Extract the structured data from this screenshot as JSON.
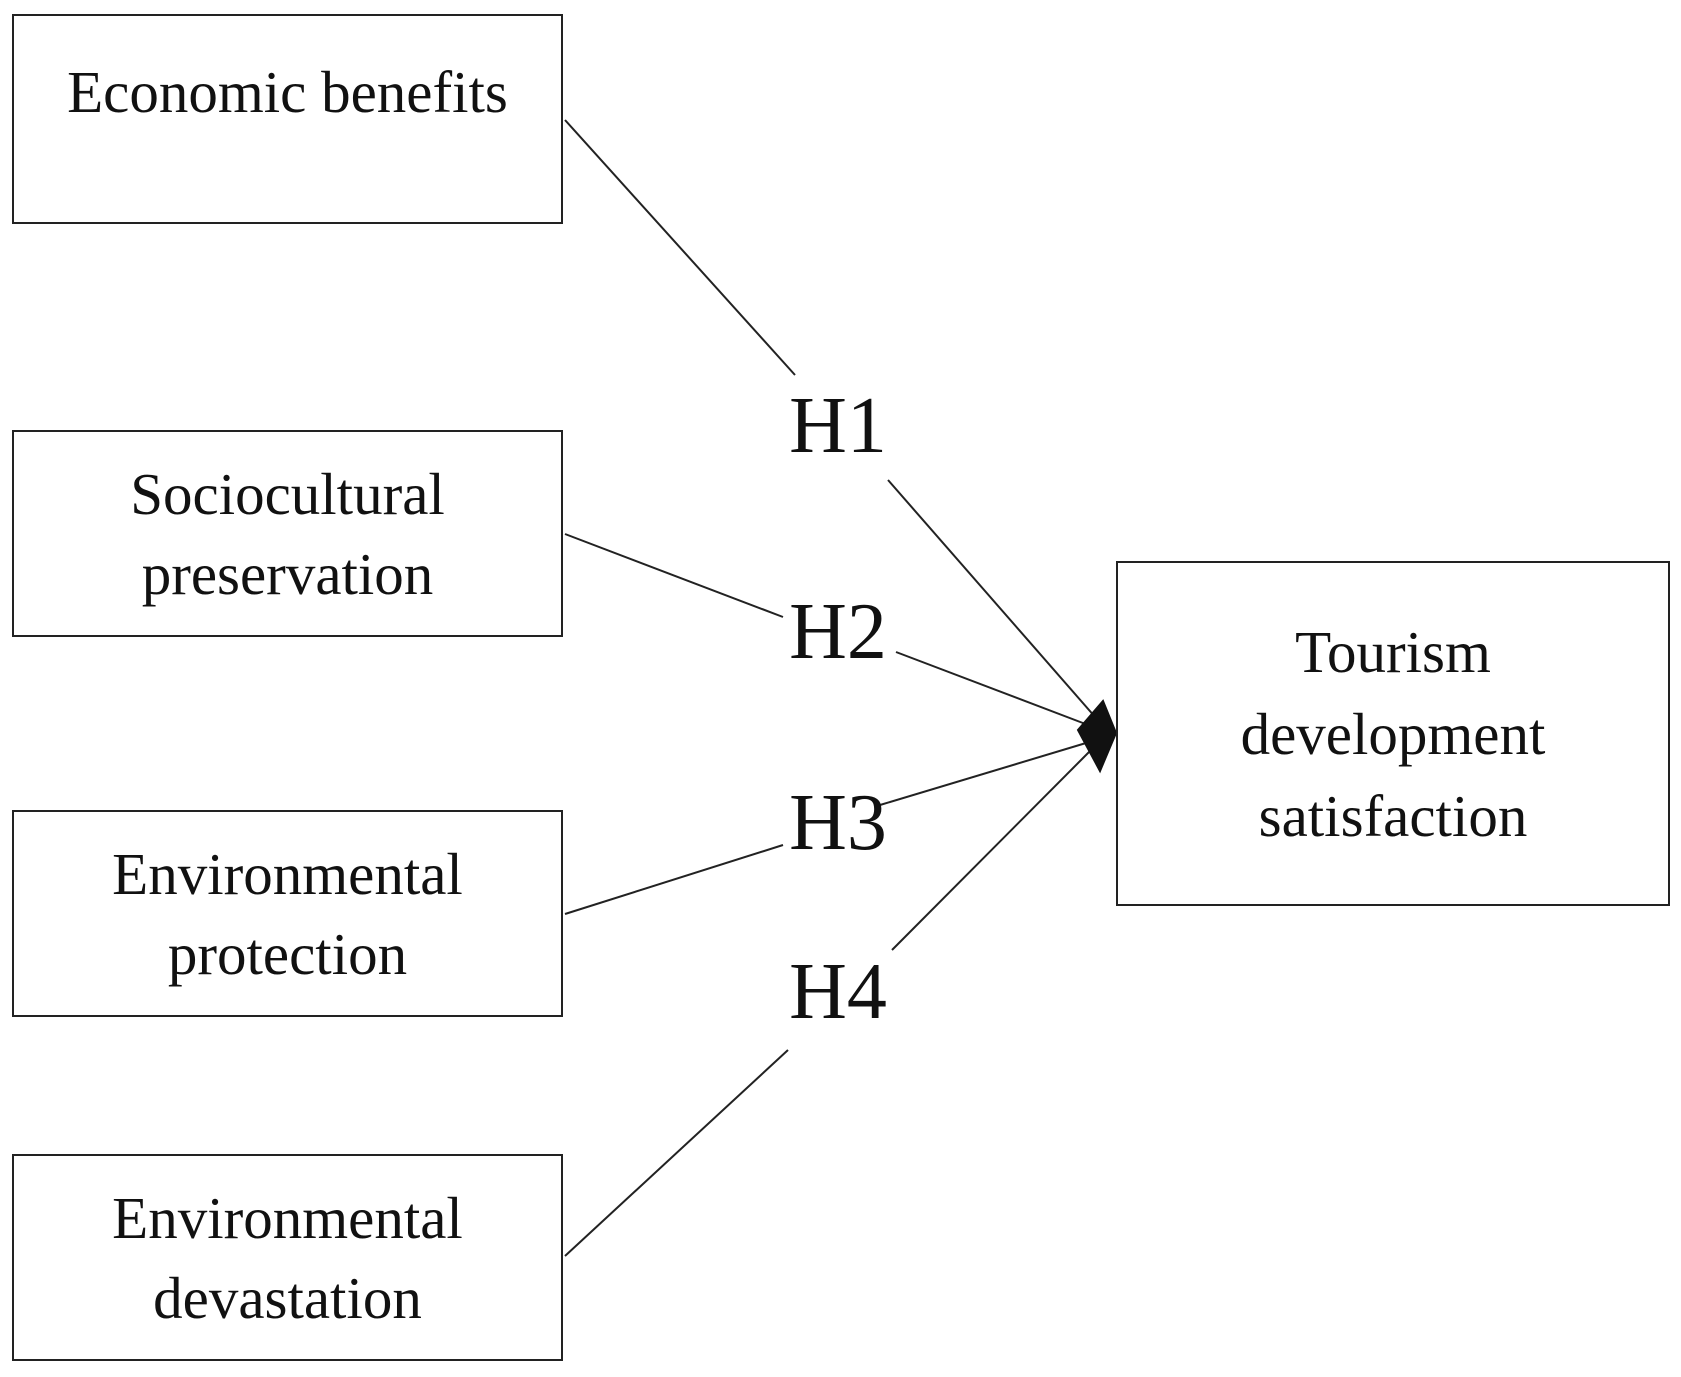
{
  "nodes": {
    "economic_benefits": "Economic benefits",
    "sociocultural_preservation": [
      "Sociocultural",
      "preservation"
    ],
    "environmental_protection": [
      "Environmental",
      "protection"
    ],
    "environmental_devastation": [
      "Environmental",
      "devastation"
    ],
    "tourism_development_satisfaction": [
      "Tourism",
      "development",
      "satisfaction"
    ]
  },
  "hypotheses": {
    "h1": "H1",
    "h2": "H2",
    "h3": "H3",
    "h4": "H4"
  },
  "edges": [
    {
      "from": "economic_benefits",
      "to": "tourism_development_satisfaction",
      "label": "H1"
    },
    {
      "from": "sociocultural_preservation",
      "to": "tourism_development_satisfaction",
      "label": "H2"
    },
    {
      "from": "environmental_protection",
      "to": "tourism_development_satisfaction",
      "label": "H3"
    },
    {
      "from": "environmental_devastation",
      "to": "tourism_development_satisfaction",
      "label": "H4"
    }
  ]
}
